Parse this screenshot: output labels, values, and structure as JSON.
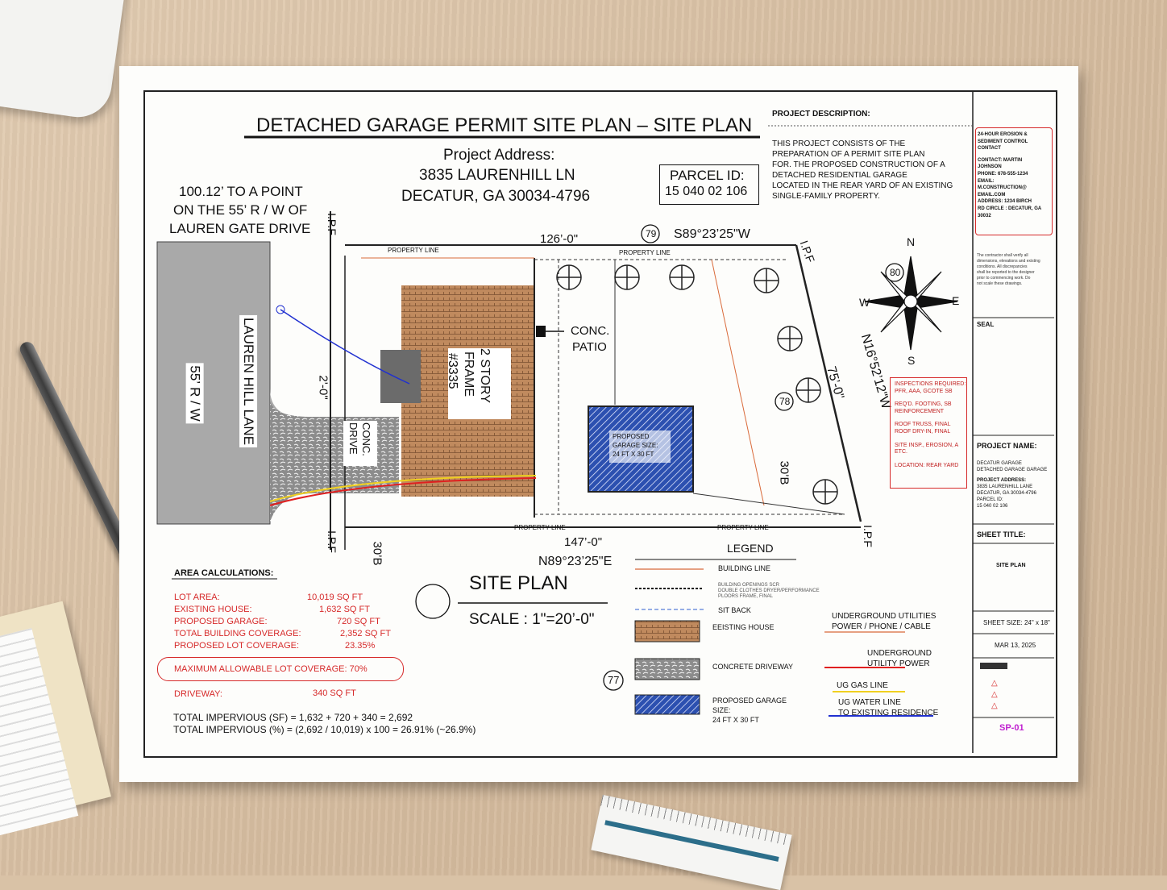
{
  "title": "DETACHED GARAGE PERMIT SITE PLAN – SITE PLAN",
  "project_address": {
    "label": "Project Address:",
    "line1": "3835 LAURENHILL LN",
    "line2": "DECATUR, GA 30034-4796"
  },
  "parcel": {
    "label": "PARCEL ID:",
    "value": "15 040 02 106"
  },
  "ref_point": [
    "100.12’ TO A POINT",
    "ON THE 55’ R / W OF",
    "LAUREN GATE DRIVE"
  ],
  "street": {
    "name": "LAUREN HILL LANE",
    "row": "55’ R / W"
  },
  "plan_labels": {
    "ipf": "I.P.F",
    "property_line": "PROPERTY LINE",
    "top_dim": "126’-0\"",
    "top_bearing": "S89°23’25\"W",
    "bottom_dim": "147’-0\"",
    "bottom_bearing": "N89°23’25\"E",
    "right_dim": "75’-0\"",
    "right_bearing": "N16°52’12\"W",
    "left_dim": "2’-0\"",
    "setback_a": "30’B",
    "setback_b": "30’B",
    "conc_patio": [
      "CONC.",
      "PATIO"
    ],
    "house": [
      "2 STORY",
      "FRAME",
      "#3335"
    ],
    "drive": [
      "CONC.",
      "DRIVE"
    ],
    "garage": [
      "PROPOSED",
      "GARAGE SIZE:",
      "24 FT X 30 FT"
    ],
    "markers": [
      "79",
      "80",
      "78",
      "77"
    ],
    "compass": {
      "n": "N",
      "s": "S",
      "e": "E",
      "w": "W"
    }
  },
  "site_plan": {
    "title": "SITE PLAN",
    "scale": "SCALE : 1\"=20’-0\""
  },
  "area_calc": {
    "heading": "AREA CALCULATIONS:",
    "rows": [
      {
        "label": "LOT AREA:",
        "value": "10,019 SQ FT"
      },
      {
        "label": "EXISTING HOUSE:",
        "value": "1,632 SQ FT"
      },
      {
        "label": "PROPOSED GARAGE:",
        "value": "720 SQ FT"
      },
      {
        "label": "TOTAL BUILDING COVERAGE:",
        "value": "2,352 SQ FT"
      },
      {
        "label": "PROPOSED LOT COVERAGE:",
        "value": "23.35%"
      }
    ],
    "max_coverage": "MAXIMUM ALLOWABLE LOT COVERAGE:  70%",
    "driveway_label": "DRIVEWAY:",
    "driveway_value": "340 SQ FT",
    "total_sf": "TOTAL  IMPERVIOUS (SF) = 1,632 + 720 + 340 = 2,692",
    "total_pct": "TOTAL  IMPERVIOUS (%) = (2,692 / 10,019) x 100 = 26.91% (~26.9%)"
  },
  "legend": {
    "title": "LEGEND",
    "building_line": "BUILDING LINE",
    "blurry_note": [
      "BUILDING OPENINGS SCR",
      "DOUBLE CLOTHES DRYER/PERFORMANCE",
      "PLOORS FRAME, FINAL"
    ],
    "setback": "SIT BACK",
    "existing_house": "EEISTING HOUSE",
    "driveway": "CONCRETE DRIVEWAY",
    "garage": [
      "PROPOSED GARAGE",
      "SIZE:",
      "24 FT X 30 FT"
    ],
    "ug_utilities": [
      "UNDERGROUND UTILITIES",
      "POWER / PHONE / CABLE"
    ],
    "ug_power": [
      "UNDERGROUND",
      "UTILITY POWER"
    ],
    "ug_gas": "UG GAS LINE",
    "ug_water": [
      "UG WATER LINE",
      "TO EXISTING RESIDENCE"
    ]
  },
  "project_description": {
    "heading": "PROJECT DESCRIPTION:",
    "lines": [
      "THIS PROJECT CONSISTS OF THE",
      "PREPARATION OF A PERMIT SITE PLAN",
      "FOR. THE PROPOSED CONSTRUCTION OF A",
      "DETACHED RESIDENTIAL GARAGE",
      "LOCATED IN THE REAR YARD OF AN EXISTING",
      "SINGLE-FAMILY PROPERTY."
    ]
  },
  "inspections": {
    "lines": [
      "INSPECTIONS REQUIRED:",
      "PFR, AAA, GCOTE SB",
      "",
      "REQ'D. FOOTING, SB",
      "REINFORCEMENT",
      "",
      "ROOF TRUSS, FINAL",
      "ROOF DRY-IN, FINAL",
      "",
      "SITE INSP., EROSION, A",
      "ETC.",
      "",
      "LOCATION: REAR YARD"
    ]
  },
  "titleblock": {
    "erosion": [
      "24-HOUR EROSION &",
      "SEDIMENT CONTROL",
      "CONTACT",
      "",
      "CONTACT: MARTIN",
      "JOHNSON",
      "PHONE:      678-555-1234",
      "EMAIL:",
      "                 M.CONSTRUCTION@",
      "EMAIL.COM",
      "ADDRESS: 1234 BIRCH",
      "RD CIRCLE : DECATUR, GA",
      "30032"
    ],
    "contractor_note": [
      "The contractor shall verify all",
      "dimensions, elevations and existing",
      "conditions. All discrepancies",
      "shall be reported to the designer",
      "prior to commencing work. Do",
      "not scale these drawings."
    ],
    "seal": "SEAL",
    "project_name_label": "PROJECT NAME:",
    "project_name": [
      "DECATUR GARAGE",
      "DETACHED GARAGE GARAGE"
    ],
    "project_address": [
      "PROJECT ADDRESS:",
      "3835 LAURENHILL LANE",
      "DECATUR, GA 30034-4796",
      "PARCEL ID:",
      "15 040 02 106"
    ],
    "sheet_title_label": "SHEET TITLE:",
    "sheet_title": "SITE PLAN",
    "sheet_size": "SHEET SIZE: 24\" x 18\"",
    "date": "MAR 13, 2025",
    "sheet_number": "SP-01",
    "revision_mark": "△"
  },
  "colors": {
    "brick": "#b8825a",
    "garage_blue": "#2a4aa0",
    "red_note": "#d62a2a",
    "gas": "#f0d020",
    "water": "#2030d0",
    "sheet_no": "#c020d0"
  }
}
